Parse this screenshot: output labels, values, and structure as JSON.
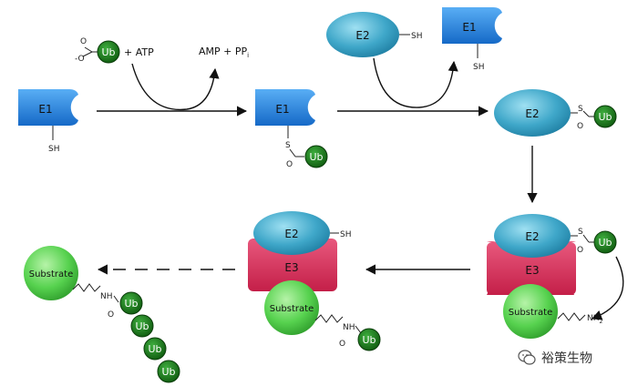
{
  "labels": {
    "ub": "Ub",
    "atp": "+ ATP",
    "amp": "AMP + PP",
    "amp_sub": "i",
    "e1": "E1",
    "e2": "E2",
    "e3": "E3",
    "sh": "SH",
    "s": "S",
    "o": "O",
    "nh": "NH",
    "nh2": "NH",
    "nh2_sub": "2",
    "substrate": "Substrate"
  },
  "watermark": {
    "text": "裕策生物",
    "icon": "wechat-icon"
  },
  "colors": {
    "e1": "#1f86e6",
    "e2": "#3fa7c9",
    "e3": "#d92f5a",
    "substrate": "#57d24f",
    "ub": "#1a7a1a"
  }
}
